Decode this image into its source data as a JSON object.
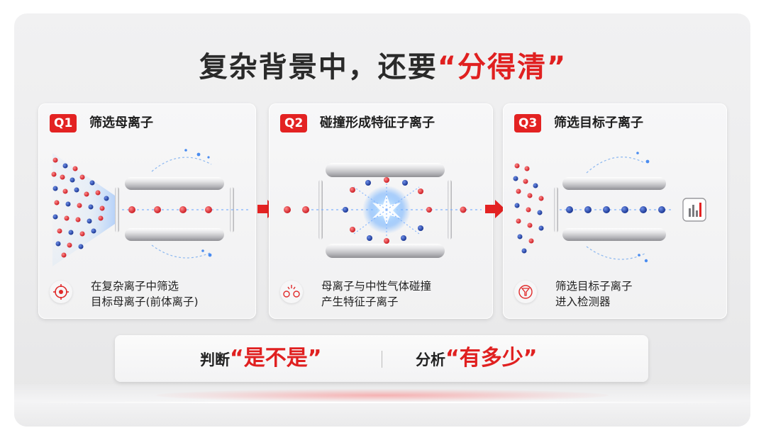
{
  "title": {
    "main": "复杂背景中，还要",
    "highlight": "“分得清”"
  },
  "panels": [
    {
      "badge": "Q1",
      "title": "筛选母离子",
      "desc_line1": "在复杂离子中筛选",
      "desc_line2": "目标母离子(前体离子)",
      "icon": "target-icon"
    },
    {
      "badge": "Q2",
      "title": "碰撞形成特征子离子",
      "desc_line1": "母离子与中性气体碰撞",
      "desc_line2": "产生特征子离子",
      "icon": "collision-icon"
    },
    {
      "badge": "Q3",
      "title": "筛选目标子离子",
      "desc_line1": "筛选目标子离子",
      "desc_line2": "进入检测器",
      "icon": "funnel-icon"
    }
  ],
  "bottom": {
    "left_label": "判断",
    "left_highlight": "“是不是”",
    "right_label": "分析",
    "right_highlight": "“有多少”"
  },
  "colors": {
    "accent": "#e32222",
    "cation": "#e02a2a",
    "anion": "#1f3fa8"
  }
}
